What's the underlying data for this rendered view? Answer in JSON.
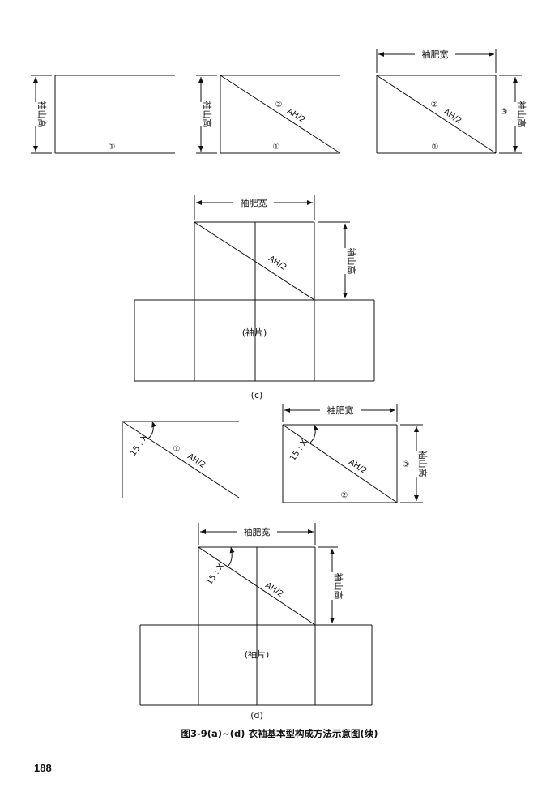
{
  "labels": {
    "sleeve_cap_height": "袖山高",
    "sleeve_width": "袖肥宽",
    "ah_half": "AH/2",
    "sleeve_piece": "(袖片)",
    "ratio": "15 : X",
    "circled_1": "①",
    "circled_2": "②",
    "circled_3": "③"
  },
  "panel_labels": {
    "c": "(c)",
    "d": "(d)"
  },
  "caption": "图3-9(a)~(d) 衣袖基本型构成方法示意图(续)",
  "page_number": "188"
}
